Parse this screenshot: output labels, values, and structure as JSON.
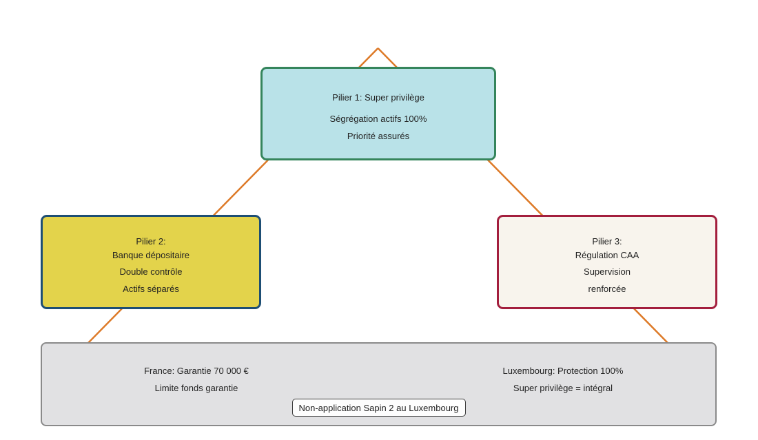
{
  "pillar1": {
    "title": "Pilier 1: Super privilège",
    "lines": [
      "Ségrégation actifs 100%",
      "Priorité assurés"
    ]
  },
  "pillar2": {
    "title": "Pilier 2:",
    "subtitle": "Banque dépositaire",
    "lines": [
      "Double contrôle",
      "Actifs séparés"
    ]
  },
  "pillar3": {
    "title": "Pilier 3:",
    "subtitle": "Régulation CAA",
    "lines": [
      "Supervision",
      "renforcée"
    ]
  },
  "base": {
    "france": {
      "line1": "France: Garantie 70 000 €",
      "line2": "Limite fonds garantie"
    },
    "luxembourg": {
      "line1": "Luxembourg: Protection 100%",
      "line2": "Super privilège = intégral"
    },
    "note": "Non-application Sapin 2 au Luxembourg"
  },
  "colors": {
    "triangle_line": "#dd7a28",
    "pillar1_fill": "#b9e2e8",
    "pillar1_border": "#35855c",
    "pillar2_fill": "#e3d34b",
    "pillar2_border": "#1d4e74",
    "pillar3_fill": "#f8f4ed",
    "pillar3_border": "#a31e3d",
    "base_fill": "#e1e1e3",
    "base_border": "#8a8a8a",
    "note_fill": "#fdfdfd",
    "note_border": "#3c3c3c",
    "text": "#222222"
  }
}
